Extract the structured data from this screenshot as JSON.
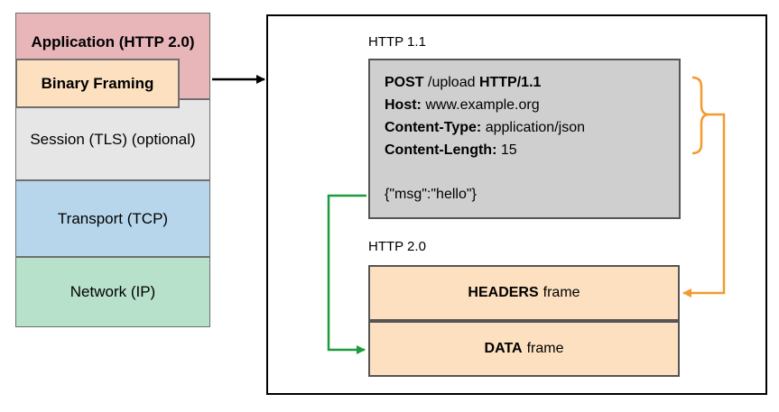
{
  "layers": {
    "application": "Application (HTTP 2.0)",
    "binary_framing": "Binary Framing",
    "session": "Session (TLS) (optional)",
    "transport": "Transport (TCP)",
    "network": "Network (IP)"
  },
  "http11": {
    "label": "HTTP 1.1",
    "request_line": {
      "method": "POST",
      "path": " /upload ",
      "version": "HTTP/1.1"
    },
    "headers": [
      {
        "name": "Host:",
        "value": " www.example.org"
      },
      {
        "name": "Content-Type:",
        "value": " application/json"
      },
      {
        "name": "Content-Length:",
        "value": " 15"
      }
    ],
    "body": "{\"msg\":\"hello\"}"
  },
  "http20": {
    "label": "HTTP 2.0",
    "headers_frame": {
      "bold": "HEADERS",
      "rest": "frame"
    },
    "data_frame": {
      "bold": "DATA",
      "rest": "frame"
    }
  },
  "colors": {
    "application": "#e8b5b9",
    "binary_framing": "#fce0bf",
    "session": "#e6e6e6",
    "transport": "#b8d6eb",
    "network": "#b7e1cb",
    "request": "#cfcfcf",
    "frames": "#fce0bf",
    "headers_arrow": "#f39a2e",
    "data_arrow": "#1f9a3e"
  }
}
